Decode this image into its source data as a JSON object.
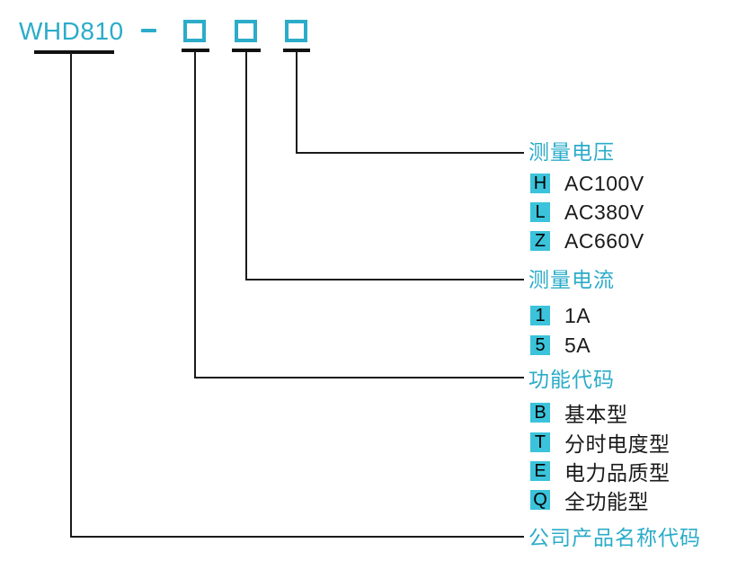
{
  "header": {
    "model": "WHD810",
    "separator": "–"
  },
  "colors": {
    "accent_teal": "#2BACC9",
    "code_square_cyan": "#3BC3DB",
    "line_black": "#1A1A1A"
  },
  "groups": [
    {
      "id": "voltage",
      "label": "测量电压",
      "options": [
        {
          "code": "H",
          "label": "AC100V"
        },
        {
          "code": "L",
          "label": "AC380V"
        },
        {
          "code": "Z",
          "label": "AC660V"
        }
      ]
    },
    {
      "id": "current",
      "label": "测量电流",
      "options": [
        {
          "code": "1",
          "label": "1A"
        },
        {
          "code": "5",
          "label": "5A"
        }
      ]
    },
    {
      "id": "function",
      "label": "功能代码",
      "options": [
        {
          "code": "B",
          "label": "基本型"
        },
        {
          "code": "T",
          "label": "分时电度型"
        },
        {
          "code": "E",
          "label": "电力品质型"
        },
        {
          "code": "Q",
          "label": "全功能型"
        }
      ]
    },
    {
      "id": "company",
      "label": "公司产品名称代码",
      "options": []
    }
  ]
}
